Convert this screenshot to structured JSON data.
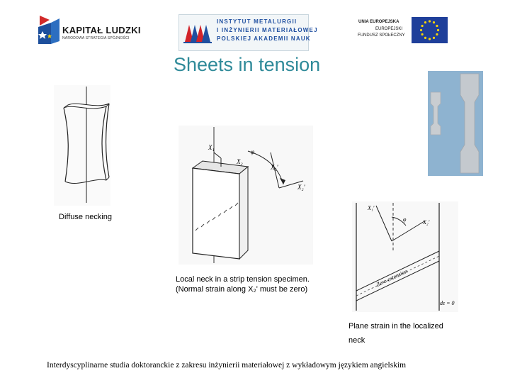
{
  "logos": {
    "left": {
      "title": "KAPITAŁ LUDZKI",
      "subtitle": "NARODOWA STRATEGIA SPÓJNOŚCI"
    },
    "center": {
      "lines": [
        "INSTYTUT METALURGII",
        "I INŻYNIERII MATERIAŁOWEJ",
        "POLSKIEJ AKADEMII NAUK"
      ]
    },
    "right": {
      "line1": "UNIA EUROPEJSKA",
      "line2": "EUROPEJSKI",
      "line3": "FUNDUSZ SPOŁECZNY"
    }
  },
  "slide": {
    "title": "Sheets in tension"
  },
  "figures": {
    "diffuse": {
      "caption": "Diffuse necking"
    },
    "local": {
      "caption_line1": "Local neck in a strip tension specimen.",
      "caption_line2": "(Normal strain along X₂' must be zero)",
      "axis_x1": "X₁",
      "axis_x2": "X₂",
      "axis_x1p": "X₁'",
      "axis_x2p": "X₂'",
      "angle": "φ"
    },
    "plane": {
      "caption_line1": "Plane strain in the localized",
      "caption_line2": "neck",
      "label_zero": "Zero extension",
      "label_de": "dε = 0",
      "axis_x1p": "X₁'",
      "axis_x2p": "X₂'",
      "angle": "φ"
    }
  },
  "footer": {
    "text": "Interdyscyplinarne studia doktoranckie z zakresu inżynierii materiałowej z wykładowym językiem angielskim"
  },
  "colors": {
    "title": "#2f8a99",
    "imz_text": "#1f4fa0",
    "eu_blue": "#1f3f9a",
    "eu_star": "#f5d20a"
  }
}
